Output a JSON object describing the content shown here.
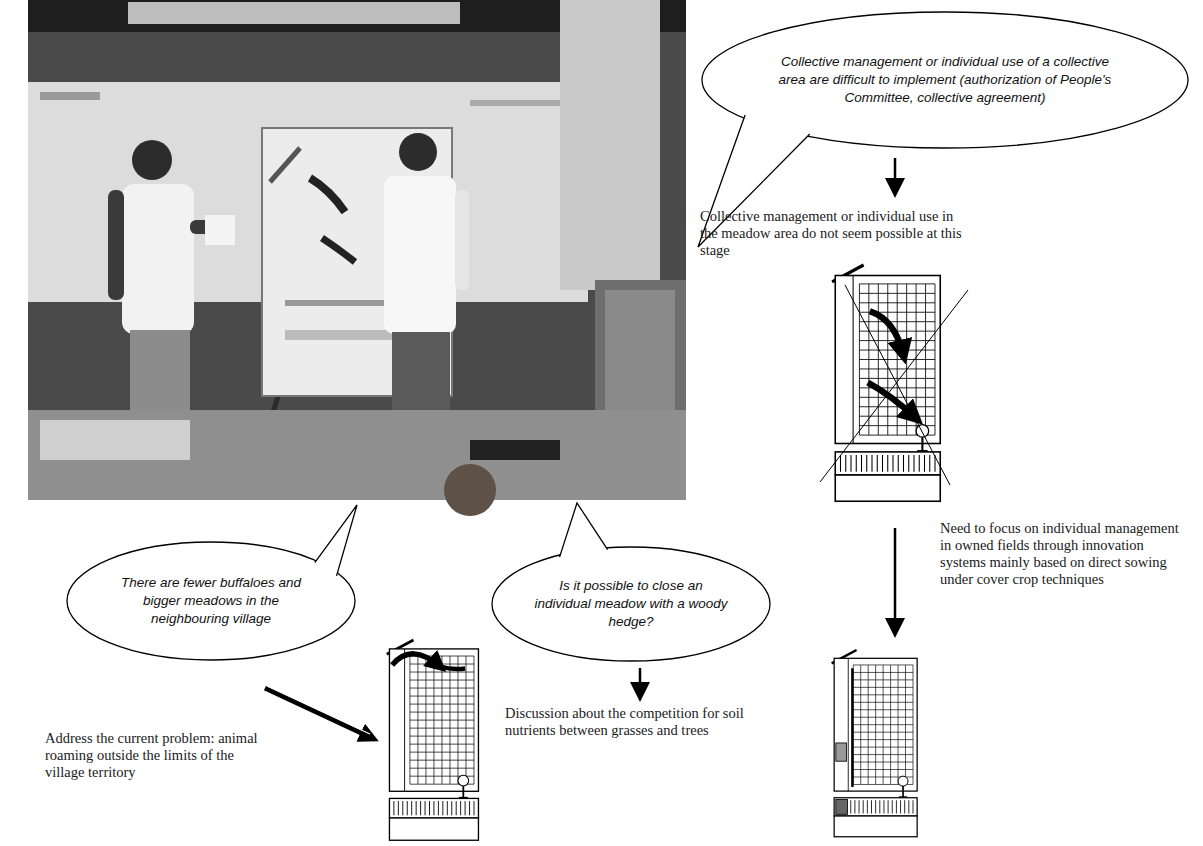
{
  "diagram": {
    "nodes": [
      {
        "text": [
          "Collective management or individual use of a collective area are difficult to implement (authorization of People's Committee, collective agreement)"
        ]
      },
      {
        "text": [
          "There are fewer buffaloes and bigger meadows in the neighbouring village"
        ]
      },
      {
        "text": [
          "Is it possible to close an individual meadow with a woody hedge?"
        ]
      }
    ],
    "labels": [
      "Collective management or individual use in the meadow area do not seem possible at this stage",
      "Need to focus on individual management in owned fields through innovation systems mainly based on direct sowing under cover crop techniques",
      "Address the current problem: animal roaming outside the limits of the village territory",
      "Discussion about the competition for soil nutrients between grasses and trees"
    ]
  }
}
